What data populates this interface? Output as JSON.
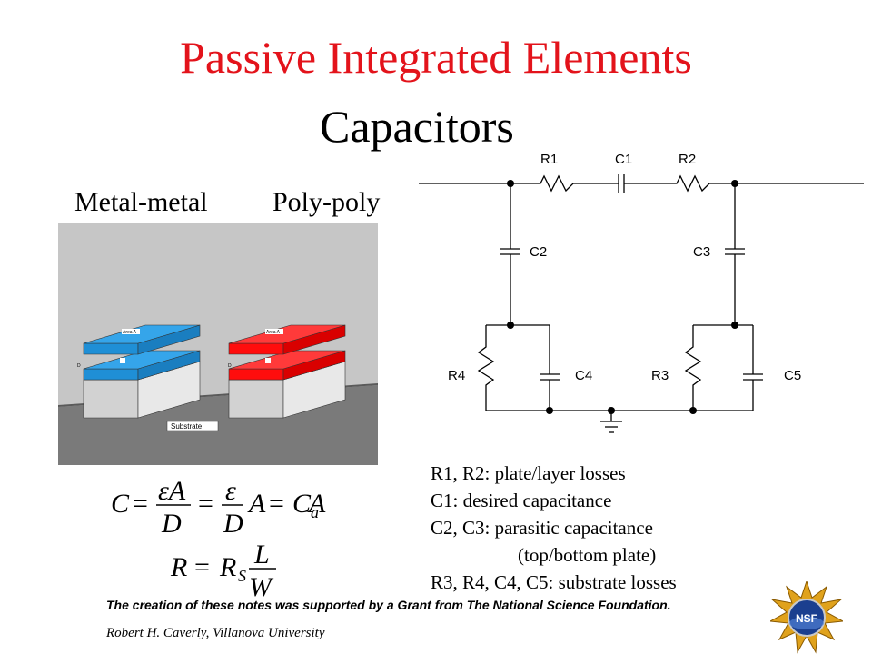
{
  "slide": {
    "title": "Passive Integrated Elements",
    "subtitle": "Capacitors",
    "figure_labels": {
      "metal_metal": "Metal-metal",
      "poly_poly": "Poly-poly"
    },
    "figure_text": {
      "area_label": "Area A",
      "d_label": "D",
      "substrate_label": "Substrate"
    },
    "circuit_labels": {
      "r1": "R1",
      "c1": "C1",
      "r2": "R2",
      "c2": "C2",
      "c3": "C3",
      "r4": "R4",
      "c4": "C4",
      "r3": "R3",
      "c5": "C5"
    },
    "equations": {
      "capacitance": "C = εA/D = (ε/D) A = C_a A",
      "resistance": "R = R_S L/W"
    },
    "notes": [
      "R1, R2:  plate/layer losses",
      "C1: desired capacitance",
      "C2, C3: parasitic capacitance",
      "(top/bottom plate)",
      "R3, R4, C4, C5: substrate losses"
    ],
    "footer": {
      "credit": "The creation of these notes was supported by a Grant from The National Science Foundation.",
      "author": "Robert H. Caverly, Villanova University",
      "logo_text": "NSF"
    },
    "colors": {
      "title": "#e3131b",
      "metal_plate": "#1f8fd6",
      "poly_plate": "#ff0d0d",
      "substrate": "#7a7a7a",
      "background_panel": "#c6c6c6"
    }
  }
}
